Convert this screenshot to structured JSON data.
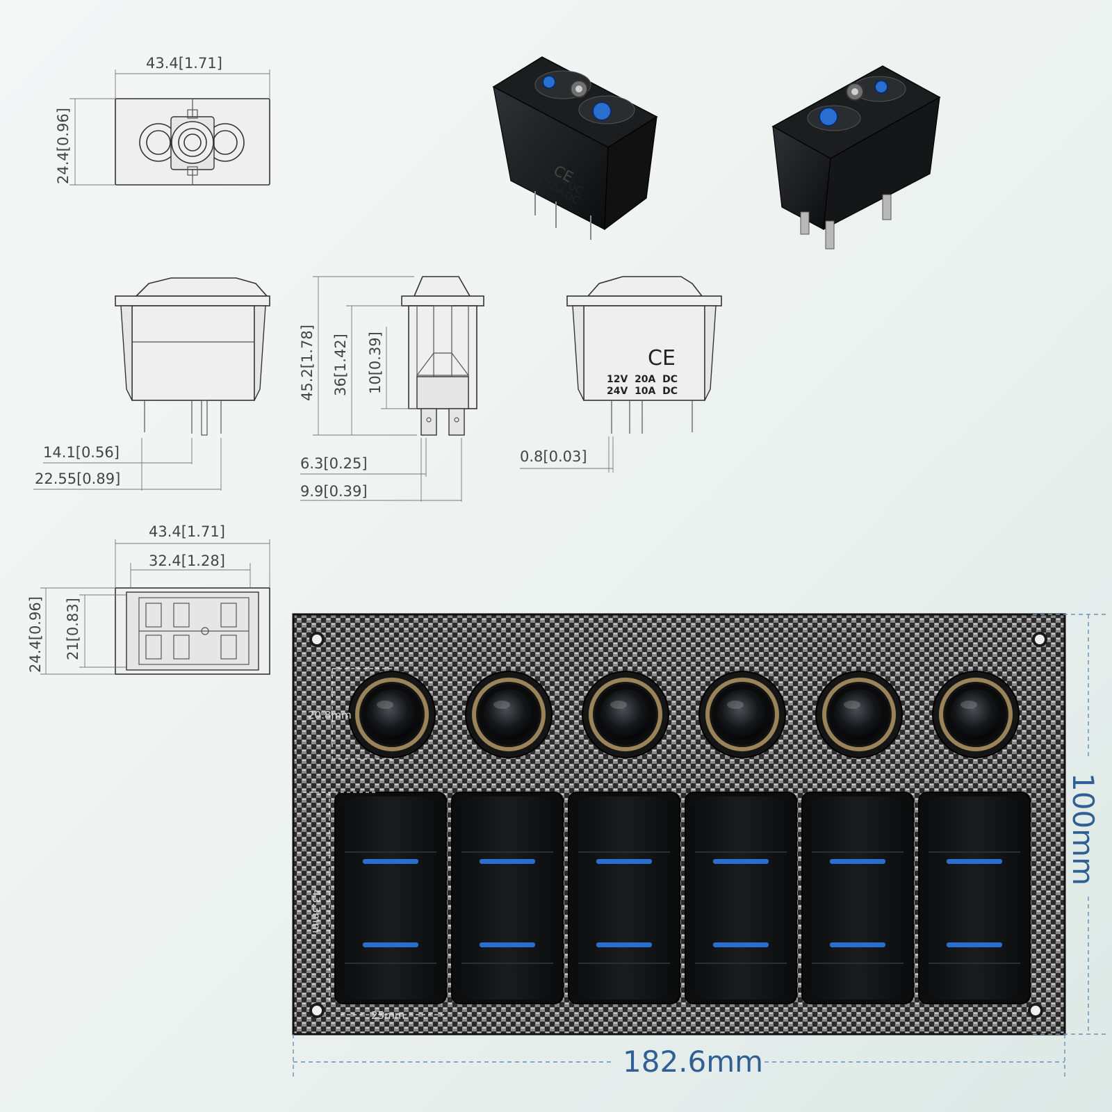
{
  "top_view": {
    "width_label": "43.4[1.71]",
    "height_label": "24.4[0.96]"
  },
  "side_views": {
    "pin_spacing_1": "14.1[0.56]",
    "pin_spacing_2": "22.55[0.89]",
    "total_height": "45.2[1.78]",
    "body_height": "36[1.42]",
    "pin_length": "10[0.39]",
    "terminal_width": "6.3[0.25]",
    "terminal_span": "9.9[0.39]",
    "pin_thickness": "0.8[0.03]",
    "ce_mark": "CE",
    "rating_line_1": "12V  20A  DC",
    "rating_line_2": "24V  10A  DC"
  },
  "bottom_view": {
    "outer_width_label": "43.4[1.71]",
    "inner_width_label": "32.4[1.28]",
    "outer_height_label": "24.4[0.96]",
    "inner_height_label": "21[0.83]"
  },
  "render_rating": {
    "left": [
      "12V",
      "24V"
    ],
    "mid": [
      "20A",
      "10A"
    ],
    "right": [
      "DC",
      "DC"
    ],
    "ce": "CE"
  },
  "panel": {
    "breaker_count": 6,
    "rocker_count": 6,
    "breaker_dim": "20.8mm",
    "rocker_height_dim": "43.3mm",
    "rocker_width_dim": "25mm",
    "panel_height": "100mm",
    "panel_width": "182.6mm",
    "panel_color": "#2a2a2a",
    "led_color": "#2a6fd0"
  }
}
